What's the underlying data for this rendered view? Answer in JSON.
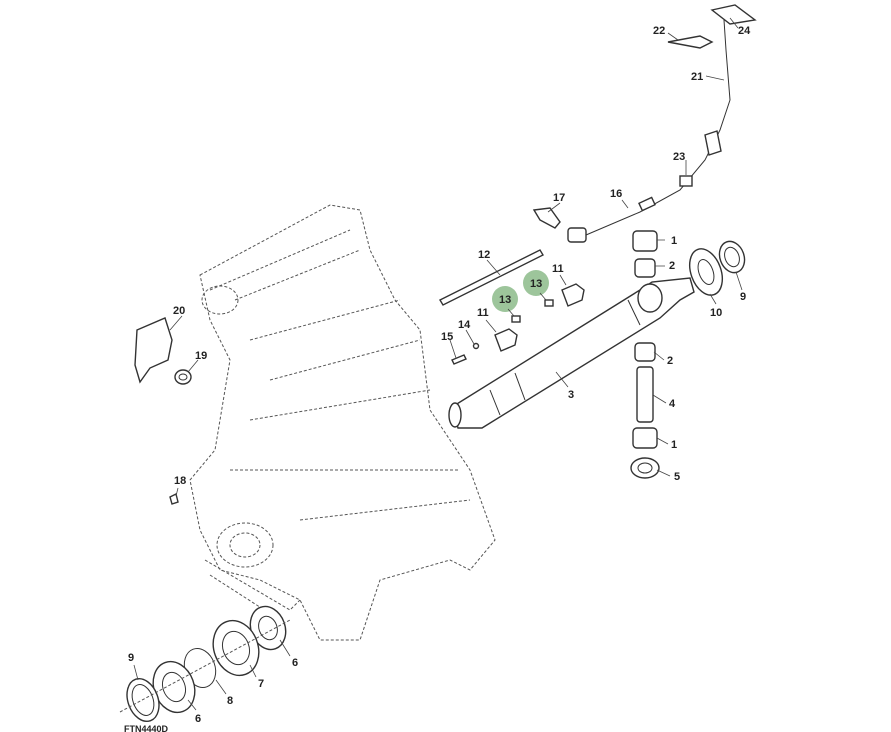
{
  "figure_id": "FTN4440D",
  "highlight_color": "#9dc59b",
  "callouts": [
    {
      "id": "c22",
      "text": "22"
    },
    {
      "id": "c24",
      "text": "24"
    },
    {
      "id": "c21",
      "text": "21"
    },
    {
      "id": "c23",
      "text": "23"
    },
    {
      "id": "c17",
      "text": "17"
    },
    {
      "id": "c16",
      "text": "16"
    },
    {
      "id": "c1a",
      "text": "1"
    },
    {
      "id": "c12",
      "text": "12"
    },
    {
      "id": "c13a",
      "text": "13"
    },
    {
      "id": "c11a",
      "text": "11"
    },
    {
      "id": "c2a",
      "text": "2"
    },
    {
      "id": "c9a",
      "text": "9"
    },
    {
      "id": "c10",
      "text": "10"
    },
    {
      "id": "c13b",
      "text": "13"
    },
    {
      "id": "c20",
      "text": "20"
    },
    {
      "id": "c11b",
      "text": "11"
    },
    {
      "id": "c14",
      "text": "14"
    },
    {
      "id": "c15",
      "text": "15"
    },
    {
      "id": "c19",
      "text": "19"
    },
    {
      "id": "c2b",
      "text": "2"
    },
    {
      "id": "c3",
      "text": "3"
    },
    {
      "id": "c4",
      "text": "4"
    },
    {
      "id": "c1b",
      "text": "1"
    },
    {
      "id": "c5",
      "text": "5"
    },
    {
      "id": "c18",
      "text": "18"
    },
    {
      "id": "c6a",
      "text": "6"
    },
    {
      "id": "c9b",
      "text": "9"
    },
    {
      "id": "c7",
      "text": "7"
    },
    {
      "id": "c8",
      "text": "8"
    },
    {
      "id": "c6b",
      "text": "6"
    }
  ]
}
